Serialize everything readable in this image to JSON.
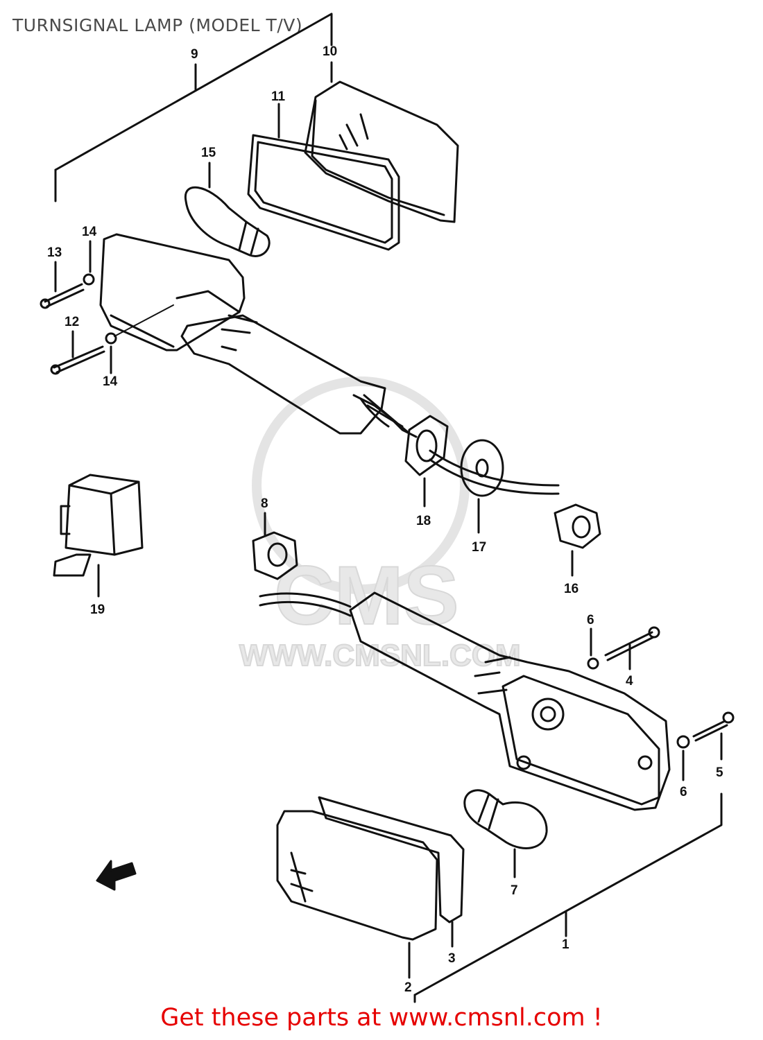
{
  "title": "TURNSIGNAL LAMP (MODEL T/V)",
  "footer": "Get these parts at www.cmsnl.com !",
  "watermark": {
    "brand": "CMS",
    "url": "WWW.CMSNL.COM"
  },
  "callouts": [
    {
      "id": "c1",
      "text": "1"
    },
    {
      "id": "c2",
      "text": "2"
    },
    {
      "id": "c3",
      "text": "3"
    },
    {
      "id": "c4",
      "text": "4"
    },
    {
      "id": "c5",
      "text": "5"
    },
    {
      "id": "c6a",
      "text": "6"
    },
    {
      "id": "c6b",
      "text": "6"
    },
    {
      "id": "c7",
      "text": "7"
    },
    {
      "id": "c8",
      "text": "8"
    },
    {
      "id": "c9",
      "text": "9"
    },
    {
      "id": "c10",
      "text": "10"
    },
    {
      "id": "c11",
      "text": "11"
    },
    {
      "id": "c12",
      "text": "12"
    },
    {
      "id": "c13",
      "text": "13"
    },
    {
      "id": "c14a",
      "text": "14"
    },
    {
      "id": "c14b",
      "text": "14"
    },
    {
      "id": "c15",
      "text": "15"
    },
    {
      "id": "c16",
      "text": "16"
    },
    {
      "id": "c17",
      "text": "17"
    },
    {
      "id": "c18",
      "text": "18"
    },
    {
      "id": "c19",
      "text": "19"
    }
  ],
  "colors": {
    "line": "#111111",
    "footer": "#e60000",
    "watermark": "#dddddd"
  }
}
